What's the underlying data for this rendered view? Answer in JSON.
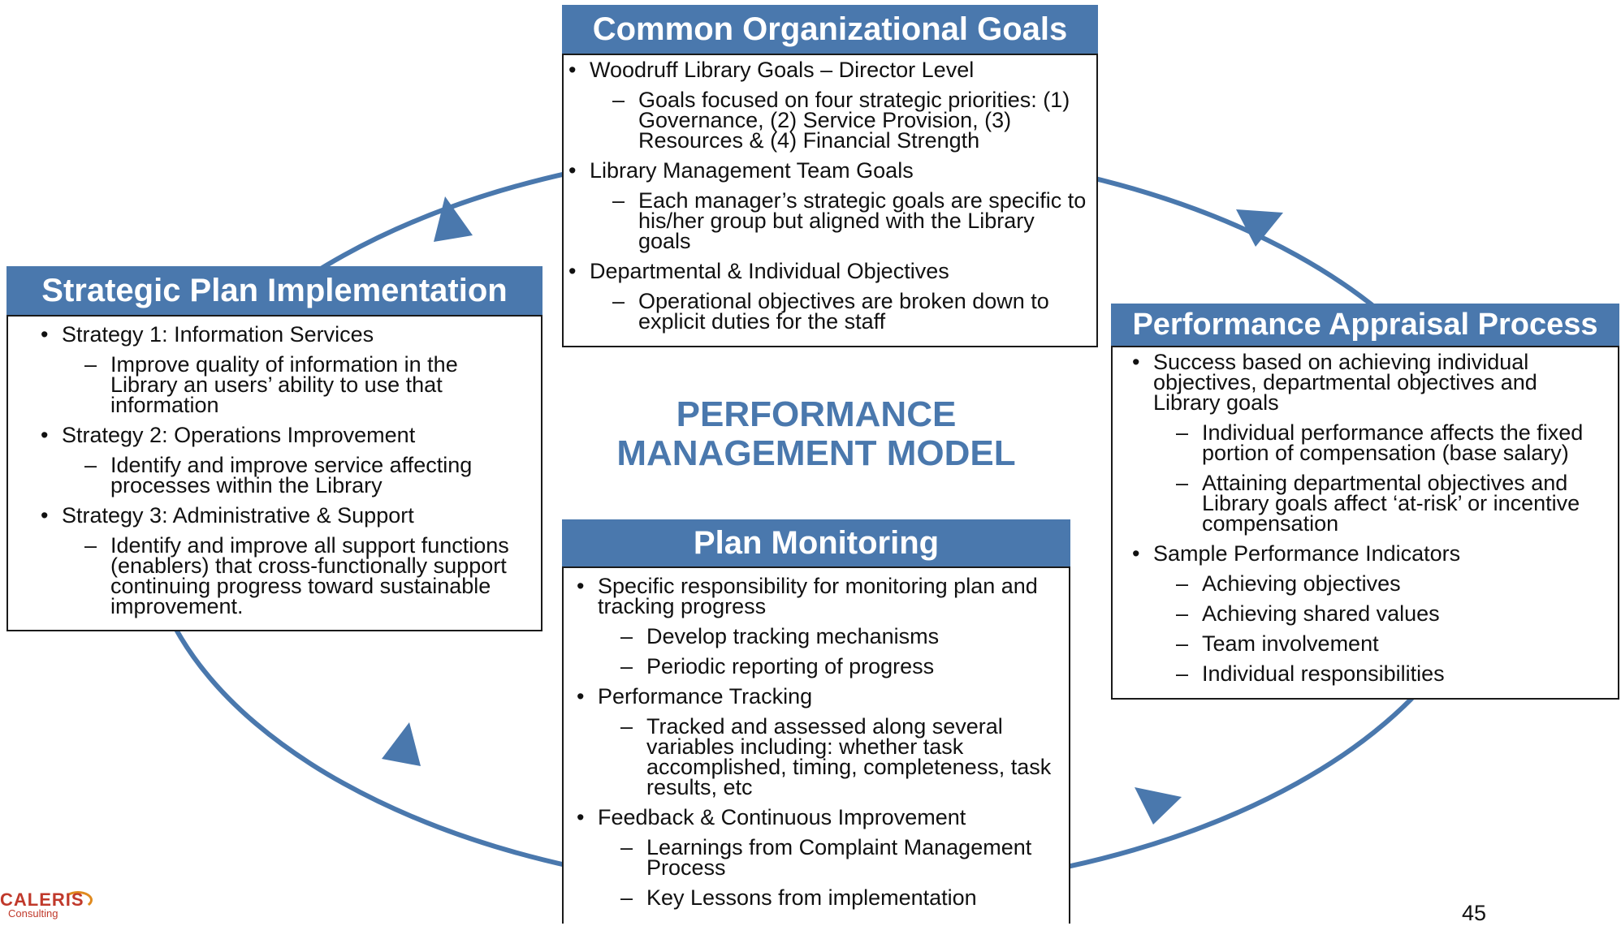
{
  "colors": {
    "accent": "#4a78ad",
    "cycle_arrow": "#4a78ad",
    "border": "#1a1a1a",
    "logo": "#c0392b",
    "logo_swoosh": "#e08a1e"
  },
  "center_title": [
    "PERFORMANCE",
    "MANAGEMENT MODEL"
  ],
  "common_goals": {
    "title": "Common Organizational Goals",
    "items": [
      {
        "text": "Woodruff Library Goals – Director Level",
        "subitems": [
          "Goals focused on four strategic priorities: (1) Governance, (2) Service Provision, (3) Resources & (4) Financial Strength"
        ]
      },
      {
        "text": "Library Management Team Goals",
        "subitems": [
          "Each manager’s strategic goals are specific to his/her group but aligned with the Library goals"
        ]
      },
      {
        "text": "Departmental & Individual Objectives",
        "subitems": [
          "Operational objectives are broken down to explicit duties for the staff"
        ]
      }
    ]
  },
  "strategic_plan": {
    "title": "Strategic Plan Implementation",
    "items": [
      {
        "text": "Strategy 1: Information Services",
        "subitems": [
          "Improve quality of information in the Library an users’ ability to use that information"
        ]
      },
      {
        "text": "Strategy 2: Operations Improvement",
        "subitems": [
          "Identify and improve service affecting processes within the Library"
        ]
      },
      {
        "text": "Strategy 3: Administrative & Support",
        "subitems": [
          "Identify and improve all support functions (enablers) that cross-functionally support continuing progress toward sustainable improvement."
        ]
      }
    ]
  },
  "performance_appraisal": {
    "title": "Performance Appraisal Process",
    "items": [
      {
        "text": "Success based on achieving individual objectives, departmental objectives and Library goals",
        "subitems": [
          "Individual performance affects the fixed portion of compensation (base salary)",
          "Attaining departmental objectives and Library goals affect ‘at-risk’ or incentive compensation"
        ]
      },
      {
        "text": "Sample Performance Indicators",
        "subitems": [
          "Achieving objectives",
          "Achieving shared values",
          "Team involvement",
          "Individual responsibilities"
        ]
      }
    ]
  },
  "plan_monitoring": {
    "title": "Plan Monitoring",
    "items": [
      {
        "text": "Specific responsibility for monitoring plan and tracking progress",
        "subitems": [
          "Develop tracking mechanisms",
          "Periodic reporting of progress"
        ]
      },
      {
        "text": "Performance Tracking",
        "subitems": [
          "Tracked and assessed along several variables including: whether task accomplished, timing, completeness, task results, etc"
        ]
      },
      {
        "text": "Feedback & Continuous Improvement",
        "subitems": [
          "Learnings from Complaint Management Process",
          "Key Lessons from implementation"
        ]
      }
    ]
  },
  "logo": {
    "name": "CALERIS",
    "sub": "Consulting"
  },
  "page_number": "45"
}
